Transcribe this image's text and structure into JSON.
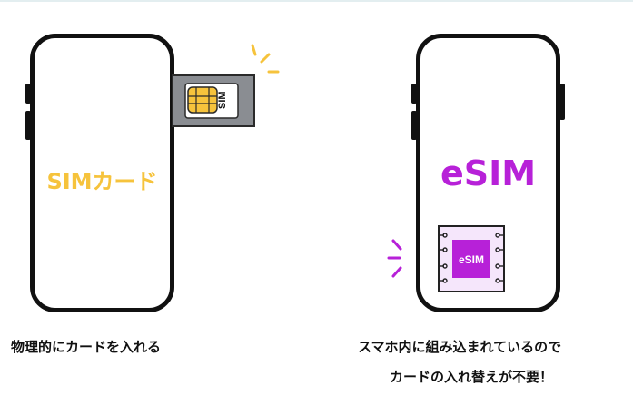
{
  "left_phone": {
    "label": "SIMカード",
    "tray_text": "SIM"
  },
  "right_phone": {
    "label": "eSIM",
    "chip_text": "eSIM"
  },
  "captions": {
    "left": "物理的にカードを入れる",
    "right_line1": "スマホ内に組み込まれているので",
    "right_line2": "カードの入れ替えが不要！"
  },
  "colors": {
    "sim_yellow": "#f6c33c",
    "esim_purple": "#b721d8",
    "outline": "#111111"
  },
  "icons": [
    "sim-card-icon",
    "esim-chip-icon",
    "sparkle-icon"
  ]
}
